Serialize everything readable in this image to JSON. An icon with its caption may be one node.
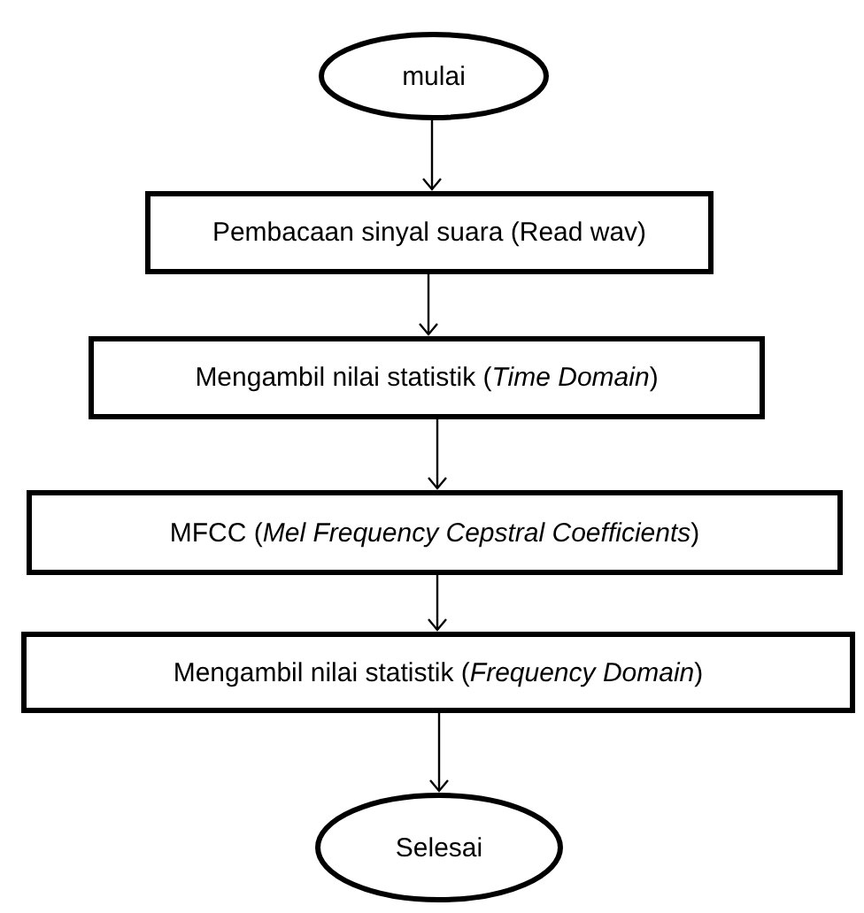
{
  "diagram": {
    "nodes": [
      {
        "text": [
          "mulai"
        ]
      },
      {
        "text": [
          "Pembacaan sinyal suara (Read wav)"
        ]
      },
      {
        "text": [
          "Mengambil nilai statistik (*Time Domain*)"
        ]
      },
      {
        "text": [
          "MFCC (*Mel Frequency Cepstral Coefficients*)"
        ]
      },
      {
        "text": [
          "Mengambil nilai statistik (*Frequency Domain*)"
        ]
      },
      {
        "text": [
          "Selesai"
        ]
      }
    ],
    "edges": [
      {
        "from": 0,
        "to": 1,
        "arrow": "to"
      },
      {
        "from": 1,
        "to": 2,
        "arrow": "to"
      },
      {
        "from": 2,
        "to": 3,
        "arrow": "to"
      },
      {
        "from": 3,
        "to": 4,
        "arrow": "to"
      },
      {
        "from": 4,
        "to": 5,
        "arrow": "to"
      }
    ]
  }
}
